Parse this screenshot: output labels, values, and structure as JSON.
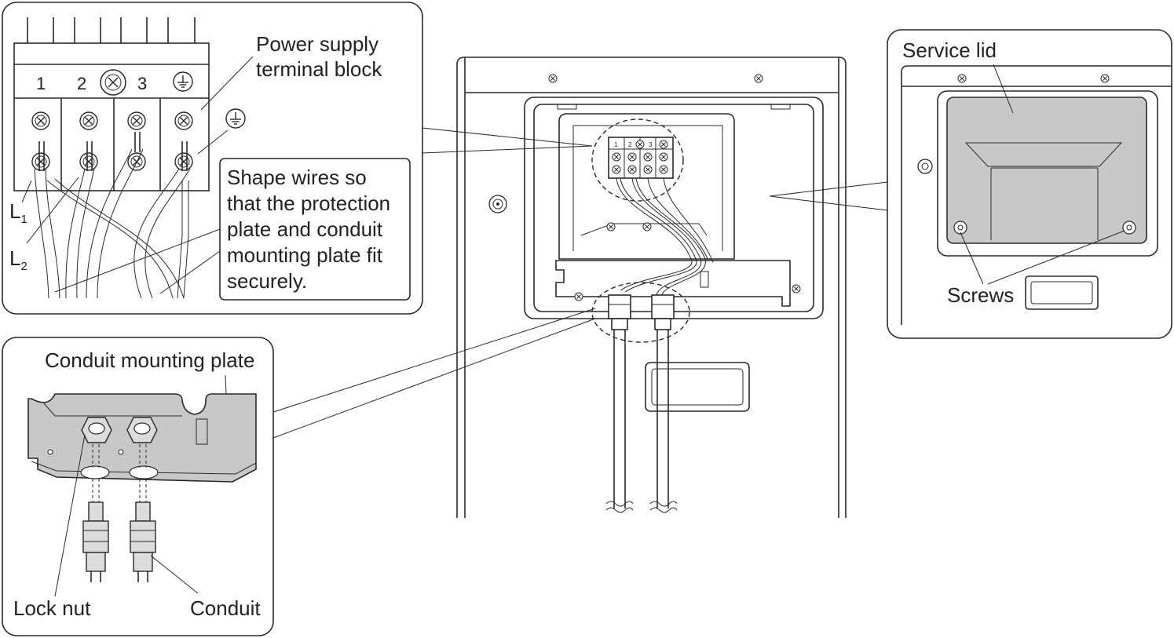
{
  "labels": {
    "power_supply_line1": "Power supply",
    "power_supply_line2": "terminal block",
    "terminal_1": "1",
    "terminal_2": "2",
    "terminal_3": "3",
    "l1_main": "L",
    "l1_sub": "1",
    "l2_main": "L",
    "l2_sub": "2",
    "shape_wires_line1": "Shape wires so",
    "shape_wires_line2": "that the protection",
    "shape_wires_line3": "plate and conduit",
    "shape_wires_line4": "mounting plate fit",
    "shape_wires_line5": "securely.",
    "conduit_mounting_plate": "Conduit mounting plate",
    "lock_nut": "Lock nut",
    "conduit": "Conduit",
    "service_lid": "Service lid",
    "screws": "Screws",
    "mini_1": "1",
    "mini_2": "2",
    "mini_3": "3"
  },
  "icons": [
    "ground-symbol-icon",
    "screw-icon",
    "wire-break-icon"
  ],
  "colors": {
    "line": "#2a2a2a",
    "panel_fill": "#c8c8c8",
    "background": "#ffffff"
  }
}
